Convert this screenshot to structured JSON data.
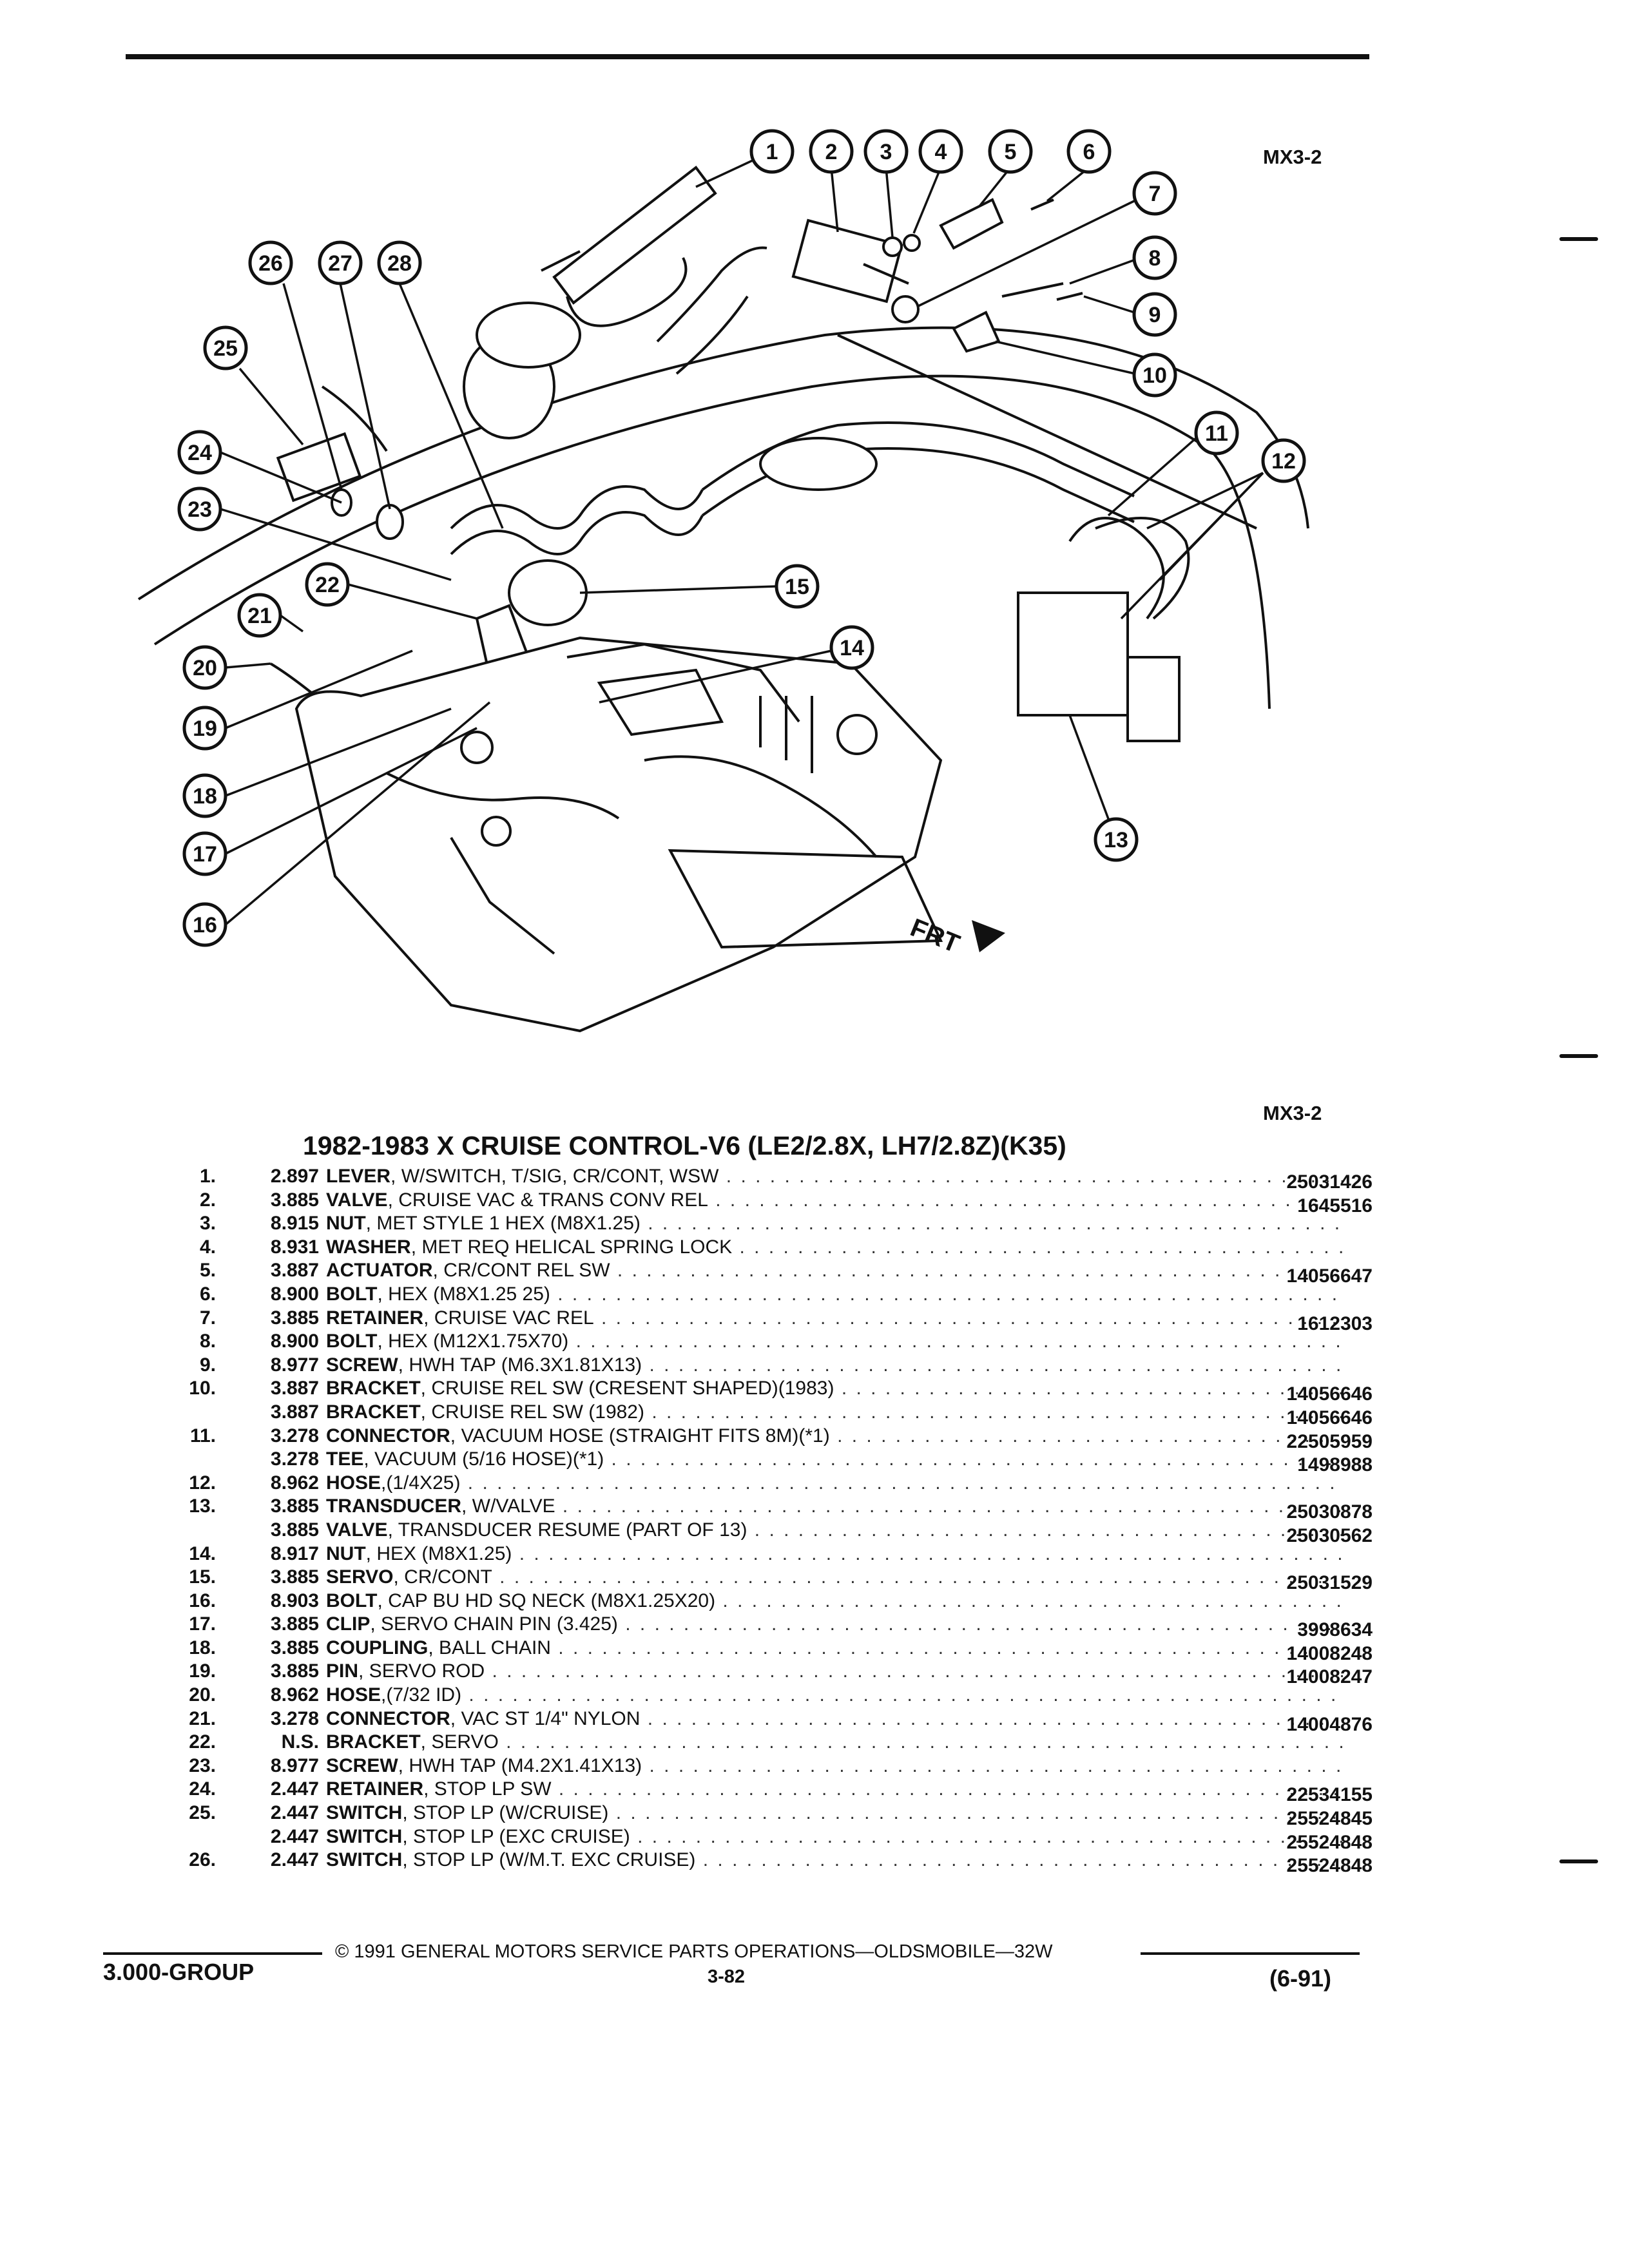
{
  "header": {
    "code_top": "MX3-2",
    "code_bottom": "MX3-2"
  },
  "diagram": {
    "callouts": [
      "1",
      "2",
      "3",
      "4",
      "5",
      "6",
      "7",
      "8",
      "9",
      "10",
      "11",
      "12",
      "13",
      "14",
      "15",
      "16",
      "17",
      "18",
      "19",
      "20",
      "21",
      "22",
      "23",
      "24",
      "25",
      "26",
      "27",
      "28"
    ],
    "frt_label": "FRT"
  },
  "section_title": "1982-1983 X CRUISE CONTROL-V6 (LE2/2.8X, LH7/2.8Z)(K35)",
  "parts": [
    {
      "num": "1.",
      "group": "2.897",
      "name": "LEVER",
      "desc": ", W/SWITCH, T/SIG, CR/CONT, WSW",
      "part": "25031426"
    },
    {
      "num": "2.",
      "group": "3.885",
      "name": "VALVE",
      "desc": ", CRUISE VAC & TRANS CONV REL",
      "part": "1645516"
    },
    {
      "num": "3.",
      "group": "8.915",
      "name": "NUT",
      "desc": ", MET STYLE 1 HEX (M8X1.25)",
      "part": ""
    },
    {
      "num": "4.",
      "group": "8.931",
      "name": "WASHER",
      "desc": ", MET REQ HELICAL SPRING LOCK",
      "part": ""
    },
    {
      "num": "5.",
      "group": "3.887",
      "name": "ACTUATOR",
      "desc": ", CR/CONT REL SW",
      "part": "14056647"
    },
    {
      "num": "6.",
      "group": "8.900",
      "name": "BOLT",
      "desc": ", HEX (M8X1.25 25)",
      "part": ""
    },
    {
      "num": "7.",
      "group": "3.885",
      "name": "RETAINER",
      "desc": ", CRUISE VAC REL",
      "part": "1612303"
    },
    {
      "num": "8.",
      "group": "8.900",
      "name": "BOLT",
      "desc": ", HEX (M12X1.75X70)",
      "part": ""
    },
    {
      "num": "9.",
      "group": "8.977",
      "name": "SCREW",
      "desc": ", HWH TAP (M6.3X1.81X13)",
      "part": ""
    },
    {
      "num": "10.",
      "group": "3.887",
      "name": "BRACKET",
      "desc": ", CRUISE REL SW (CRESENT SHAPED)(1983)",
      "part": "14056646"
    },
    {
      "num": "",
      "group": "3.887",
      "name": "BRACKET",
      "desc": ", CRUISE REL SW (1982)",
      "part": "14056646"
    },
    {
      "num": "11.",
      "group": "3.278",
      "name": "CONNECTOR",
      "desc": ", VACUUM HOSE (STRAIGHT FITS 8M)(*1)",
      "part": "22505959"
    },
    {
      "num": "",
      "group": "3.278",
      "name": "TEE",
      "desc": ", VACUUM (5/16 HOSE)(*1)",
      "part": "1498988"
    },
    {
      "num": "12.",
      "group": "8.962",
      "name": "HOSE",
      "desc": ",(1/4X25)",
      "part": ""
    },
    {
      "num": "13.",
      "group": "3.885",
      "name": "TRANSDUCER",
      "desc": ", W/VALVE",
      "part": "25030878"
    },
    {
      "num": "",
      "group": "3.885",
      "name": "VALVE",
      "desc": ", TRANSDUCER RESUME (PART OF 13)",
      "part": "25030562"
    },
    {
      "num": "14.",
      "group": "8.917",
      "name": "NUT",
      "desc": ", HEX (M8X1.25)",
      "part": ""
    },
    {
      "num": "15.",
      "group": "3.885",
      "name": "SERVO",
      "desc": ", CR/CONT",
      "part": "25031529"
    },
    {
      "num": "16.",
      "group": "8.903",
      "name": "BOLT",
      "desc": ", CAP BU HD SQ NECK (M8X1.25X20)",
      "part": ""
    },
    {
      "num": "17.",
      "group": "3.885",
      "name": "CLIP",
      "desc": ", SERVO CHAIN PIN (3.425)",
      "part": "3998634"
    },
    {
      "num": "18.",
      "group": "3.885",
      "name": "COUPLING",
      "desc": ", BALL CHAIN",
      "part": "14008248"
    },
    {
      "num": "19.",
      "group": "3.885",
      "name": "PIN",
      "desc": ", SERVO ROD",
      "part": "14008247"
    },
    {
      "num": "20.",
      "group": "8.962",
      "name": "HOSE",
      "desc": ",(7/32 ID)",
      "part": ""
    },
    {
      "num": "21.",
      "group": "3.278",
      "name": "CONNECTOR",
      "desc": ", VAC ST 1/4\" NYLON",
      "part": "14004876"
    },
    {
      "num": "22.",
      "group": "N.S.",
      "name": "BRACKET",
      "desc": ", SERVO",
      "part": ""
    },
    {
      "num": "23.",
      "group": "8.977",
      "name": "SCREW",
      "desc": ", HWH TAP (M4.2X1.41X13)",
      "part": ""
    },
    {
      "num": "24.",
      "group": "2.447",
      "name": "RETAINER",
      "desc": ", STOP LP SW",
      "part": "22534155"
    },
    {
      "num": "25.",
      "group": "2.447",
      "name": "SWITCH",
      "desc": ", STOP LP (W/CRUISE)",
      "part": "25524845"
    },
    {
      "num": "",
      "group": "2.447",
      "name": "SWITCH",
      "desc": ", STOP LP (EXC CRUISE)",
      "part": "25524848"
    },
    {
      "num": "26.",
      "group": "2.447",
      "name": "SWITCH",
      "desc": ", STOP LP (W/M.T. EXC CRUISE)",
      "part": "25524848"
    }
  ],
  "footer": {
    "group": "3.000-GROUP",
    "copyright": "© 1991 GENERAL MOTORS SERVICE PARTS OPERATIONS—OLDSMOBILE—32W",
    "page": "3-82",
    "date": "(6-91)"
  }
}
